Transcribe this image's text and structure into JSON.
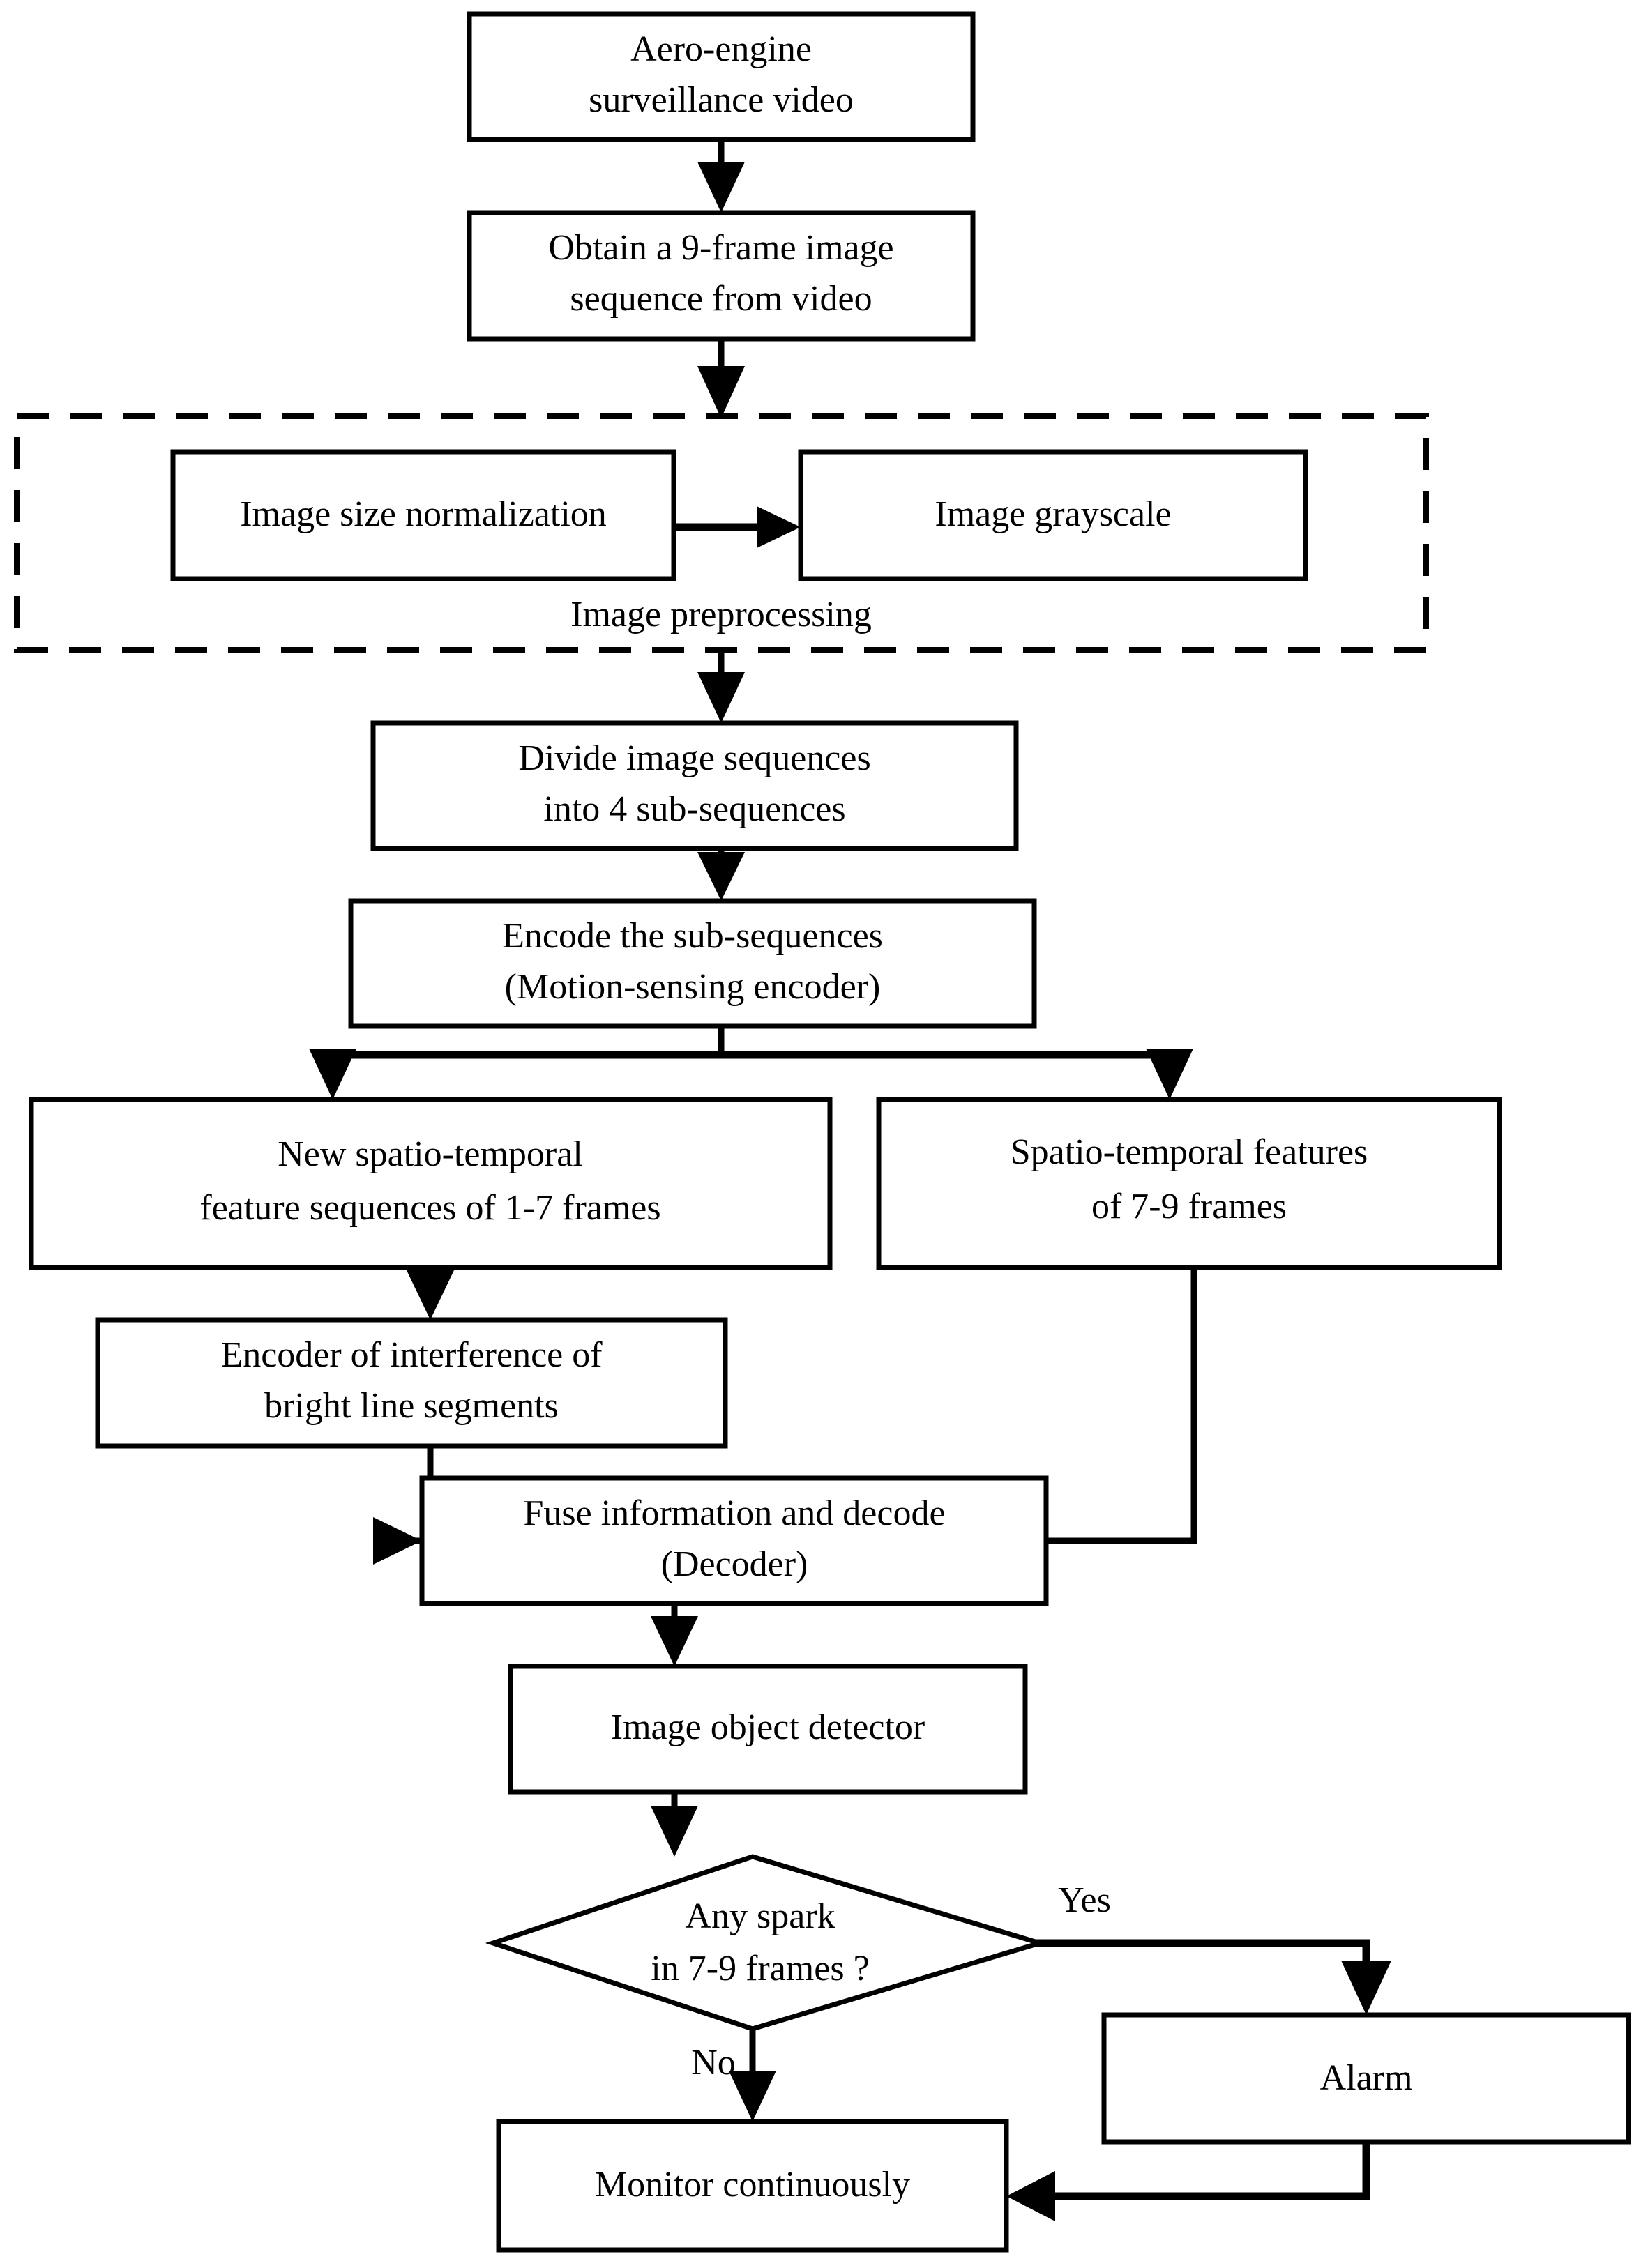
{
  "diagram": {
    "title": "Aero-engine spark detection flowchart",
    "type": "flowchart",
    "orientation": "top-to-bottom",
    "stroke_color": "#000000",
    "fill_color": "#ffffff",
    "background_color": "#ffffff"
  },
  "nodes": {
    "video_source": {
      "line1": "Aero-engine",
      "line2": "surveillance video",
      "shape": "rectangle"
    },
    "obtain_frames": {
      "line1": "Obtain a 9-frame image",
      "line2": "sequence from video",
      "shape": "rectangle"
    },
    "size_normalization": {
      "line1": "Image size normalization",
      "shape": "rectangle"
    },
    "grayscale": {
      "line1": "Image grayscale",
      "shape": "rectangle"
    },
    "divide_sequences": {
      "line1": "Divide image sequences",
      "line2": "into 4 sub-sequences",
      "shape": "rectangle"
    },
    "encode_subsequences": {
      "line1": "Encode the sub-sequences",
      "line2": "(Motion-sensing encoder)",
      "shape": "rectangle"
    },
    "new_features_1_7": {
      "line1": "New spatio-temporal",
      "line2": "feature sequences of 1-7 frames",
      "shape": "rectangle"
    },
    "features_7_9": {
      "line1": "Spatio-temporal features",
      "line2": "of 7-9 frames",
      "shape": "rectangle"
    },
    "bright_line_encoder": {
      "line1": "Encoder of interference of",
      "line2": "bright line segments",
      "shape": "rectangle"
    },
    "fuse_decode": {
      "line1": "Fuse information and decode",
      "line2": "(Decoder)",
      "shape": "rectangle"
    },
    "object_detector": {
      "line1": "Image object detector",
      "shape": "rectangle"
    },
    "spark_decision": {
      "line1": "Any spark",
      "line2": "in 7-9 frames ?",
      "shape": "diamond"
    },
    "alarm": {
      "line1": "Alarm",
      "shape": "rectangle"
    },
    "monitor": {
      "line1": "Monitor continuously",
      "shape": "rectangle"
    }
  },
  "groups": {
    "preprocessing": {
      "label": "Image preprocessing",
      "style": "dashed-rectangle"
    }
  },
  "edge_labels": {
    "yes": "Yes",
    "no": "No"
  },
  "edges": [
    {
      "from": "video_source",
      "to": "obtain_frames",
      "label": ""
    },
    {
      "from": "obtain_frames",
      "to": "preprocessing",
      "label": ""
    },
    {
      "from": "size_normalization",
      "to": "grayscale",
      "label": ""
    },
    {
      "from": "preprocessing",
      "to": "divide_sequences",
      "label": ""
    },
    {
      "from": "divide_sequences",
      "to": "encode_subsequences",
      "label": ""
    },
    {
      "from": "encode_subsequences",
      "to": "new_features_1_7",
      "label": ""
    },
    {
      "from": "encode_subsequences",
      "to": "features_7_9",
      "label": ""
    },
    {
      "from": "new_features_1_7",
      "to": "bright_line_encoder",
      "label": ""
    },
    {
      "from": "bright_line_encoder",
      "to": "fuse_decode",
      "label": ""
    },
    {
      "from": "features_7_9",
      "to": "fuse_decode",
      "label": ""
    },
    {
      "from": "fuse_decode",
      "to": "object_detector",
      "label": ""
    },
    {
      "from": "object_detector",
      "to": "spark_decision",
      "label": ""
    },
    {
      "from": "spark_decision",
      "to": "alarm",
      "label": "Yes"
    },
    {
      "from": "spark_decision",
      "to": "monitor",
      "label": "No"
    },
    {
      "from": "alarm",
      "to": "monitor",
      "label": ""
    }
  ]
}
